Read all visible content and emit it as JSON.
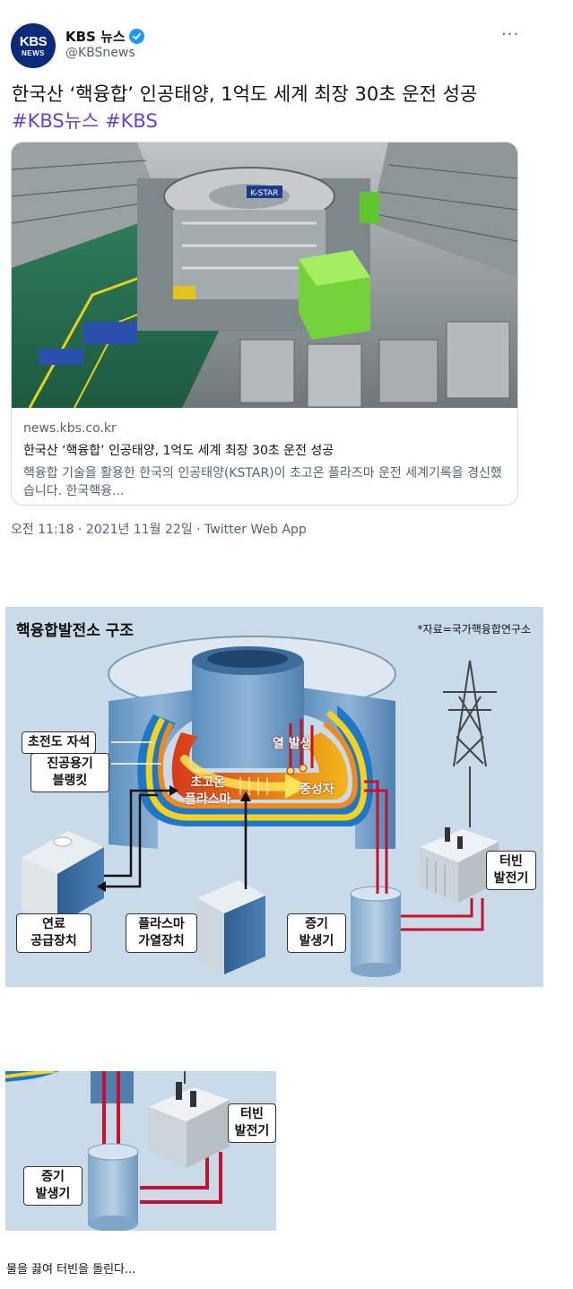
{
  "tweet": {
    "avatar": {
      "line1": "KBS",
      "line2": "NEWS"
    },
    "display_name": "KBS 뉴스",
    "handle": "@KBSnews",
    "more_label": "···",
    "text": "한국산 ‘핵융합’ 인공태양, 1억도 세계 최장 30초 운전 성공",
    "hashtags": [
      "#KBS뉴스",
      "#KBS"
    ],
    "card": {
      "domain": "news.kbs.co.kr",
      "title": "한국산 ‘핵융합’ 인공태양, 1억도 세계 최장 30초 운전 성공",
      "description": "핵융합 기술을 활용한 한국의 인공태양(KSTAR)이 초고온 플라즈마 운전 세계기록을 경신했습니다. 한국핵융...",
      "image_sign": "K-STAR"
    },
    "timestamp": "오전 11:18 · 2021년 11월 22일 · ",
    "source_app": "Twitter Web App"
  },
  "diagram": {
    "title": "핵융합발전소 구조",
    "source": "*자료=국가핵융합연구소",
    "labels": {
      "magnet": "초전도 자석",
      "vessel_line1": "진공용기",
      "vessel_line2": "블랭킷",
      "heat": "열 발생",
      "plasma_line1": "초고온",
      "plasma_line2": "플라스마",
      "neutron": "중성자",
      "fuel_line1": "연료",
      "fuel_line2": "공급장치",
      "heater_line1": "플라스마",
      "heater_line2": "가열장치",
      "steam_line1": "증기",
      "steam_line2": "발생기",
      "turbine_line1": "터빈",
      "turbine_line2": "발전기"
    }
  },
  "crop": {
    "turbine_line1": "터빈",
    "turbine_line2": "발전기",
    "steam_line1": "증기",
    "steam_line2": "발생기"
  },
  "caption": "물을 끓여 터빈을 돌린다...",
  "colors": {
    "hashtag": "#6b3fd1",
    "verified": "#1d9bf0",
    "diagram_bg": "#c9dbe9",
    "plasma_red": "#d9381e",
    "pipe_red": "#c8102e"
  }
}
